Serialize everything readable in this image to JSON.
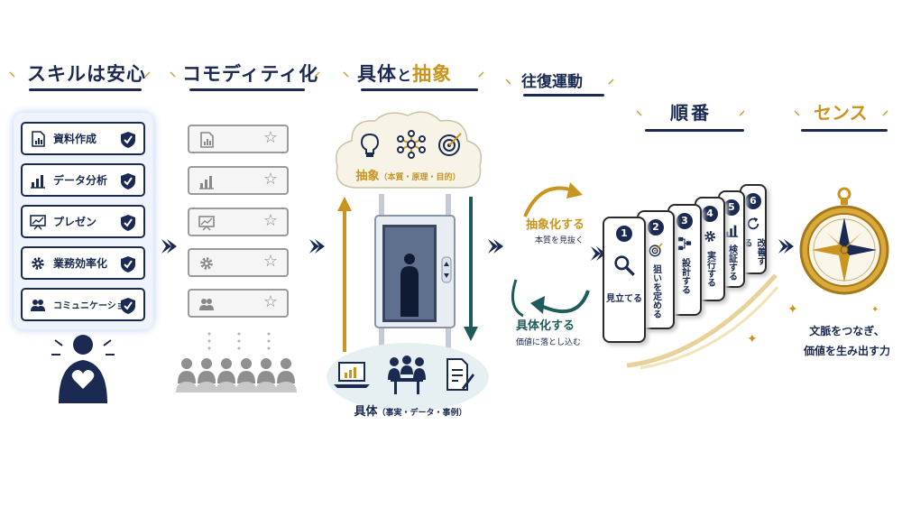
{
  "steps": {
    "skill": {
      "title": "スキルは安心"
    },
    "commodity": {
      "title": "コモディティ化"
    },
    "concrete_abstract": {
      "title_part1": "具体",
      "title_conj": "と",
      "title_part2": "抽象"
    },
    "roundtrip": {
      "title": "往復運動"
    },
    "order": {
      "title": "順番"
    },
    "sense": {
      "title": "センス"
    }
  },
  "skills": [
    {
      "label": "資料作成",
      "icon": "document-chart-icon"
    },
    {
      "label": "データ分析",
      "icon": "bar-chart-icon"
    },
    {
      "label": "プレゼン",
      "icon": "presentation-board-icon"
    },
    {
      "label": "業務効率化",
      "icon": "gear-icon"
    },
    {
      "label": "コミュニケーション",
      "icon": "people-icon"
    }
  ],
  "commodity_items": [
    {
      "icon": "document-chart-icon"
    },
    {
      "icon": "bar-chart-icon"
    },
    {
      "icon": "presentation-board-icon"
    },
    {
      "icon": "gear-icon"
    },
    {
      "icon": "people-icon"
    }
  ],
  "abstract": {
    "label": "抽象",
    "detail": "（本質・原理・目的）",
    "icons": [
      "lightbulb-icon",
      "network-icon",
      "target-icon"
    ]
  },
  "concrete": {
    "label": "具体",
    "detail": "（事実・データ・事例）",
    "icons": [
      "laptop-chart-icon",
      "meeting-icon",
      "document-pen-icon"
    ]
  },
  "cycle": {
    "abstract_label": "抽象化する",
    "abstract_sub": "本質を見抜く",
    "concrete_label": "具体化する",
    "concrete_sub": "価値に落とし込む"
  },
  "order_cards": [
    {
      "num": "1",
      "label": "見立てる",
      "icon": "magnifier-icon"
    },
    {
      "num": "2",
      "label": "狙いを定める",
      "icon": "target-icon"
    },
    {
      "num": "3",
      "label": "設計する",
      "icon": "flowchart-icon"
    },
    {
      "num": "4",
      "label": "実行する",
      "icon": "gear-icon"
    },
    {
      "num": "5",
      "label": "検証する",
      "icon": "bar-chart-icon"
    },
    {
      "num": "6",
      "label": "改善する",
      "icon": "refresh-icon"
    }
  ],
  "sense": {
    "line1": "文脈をつなぎ、",
    "line2": "価値を生み出す力"
  },
  "colors": {
    "navy": "#1b2a52",
    "gold": "#c9941f",
    "teal": "#1e5b5a",
    "gray": "#9a9a9a"
  }
}
